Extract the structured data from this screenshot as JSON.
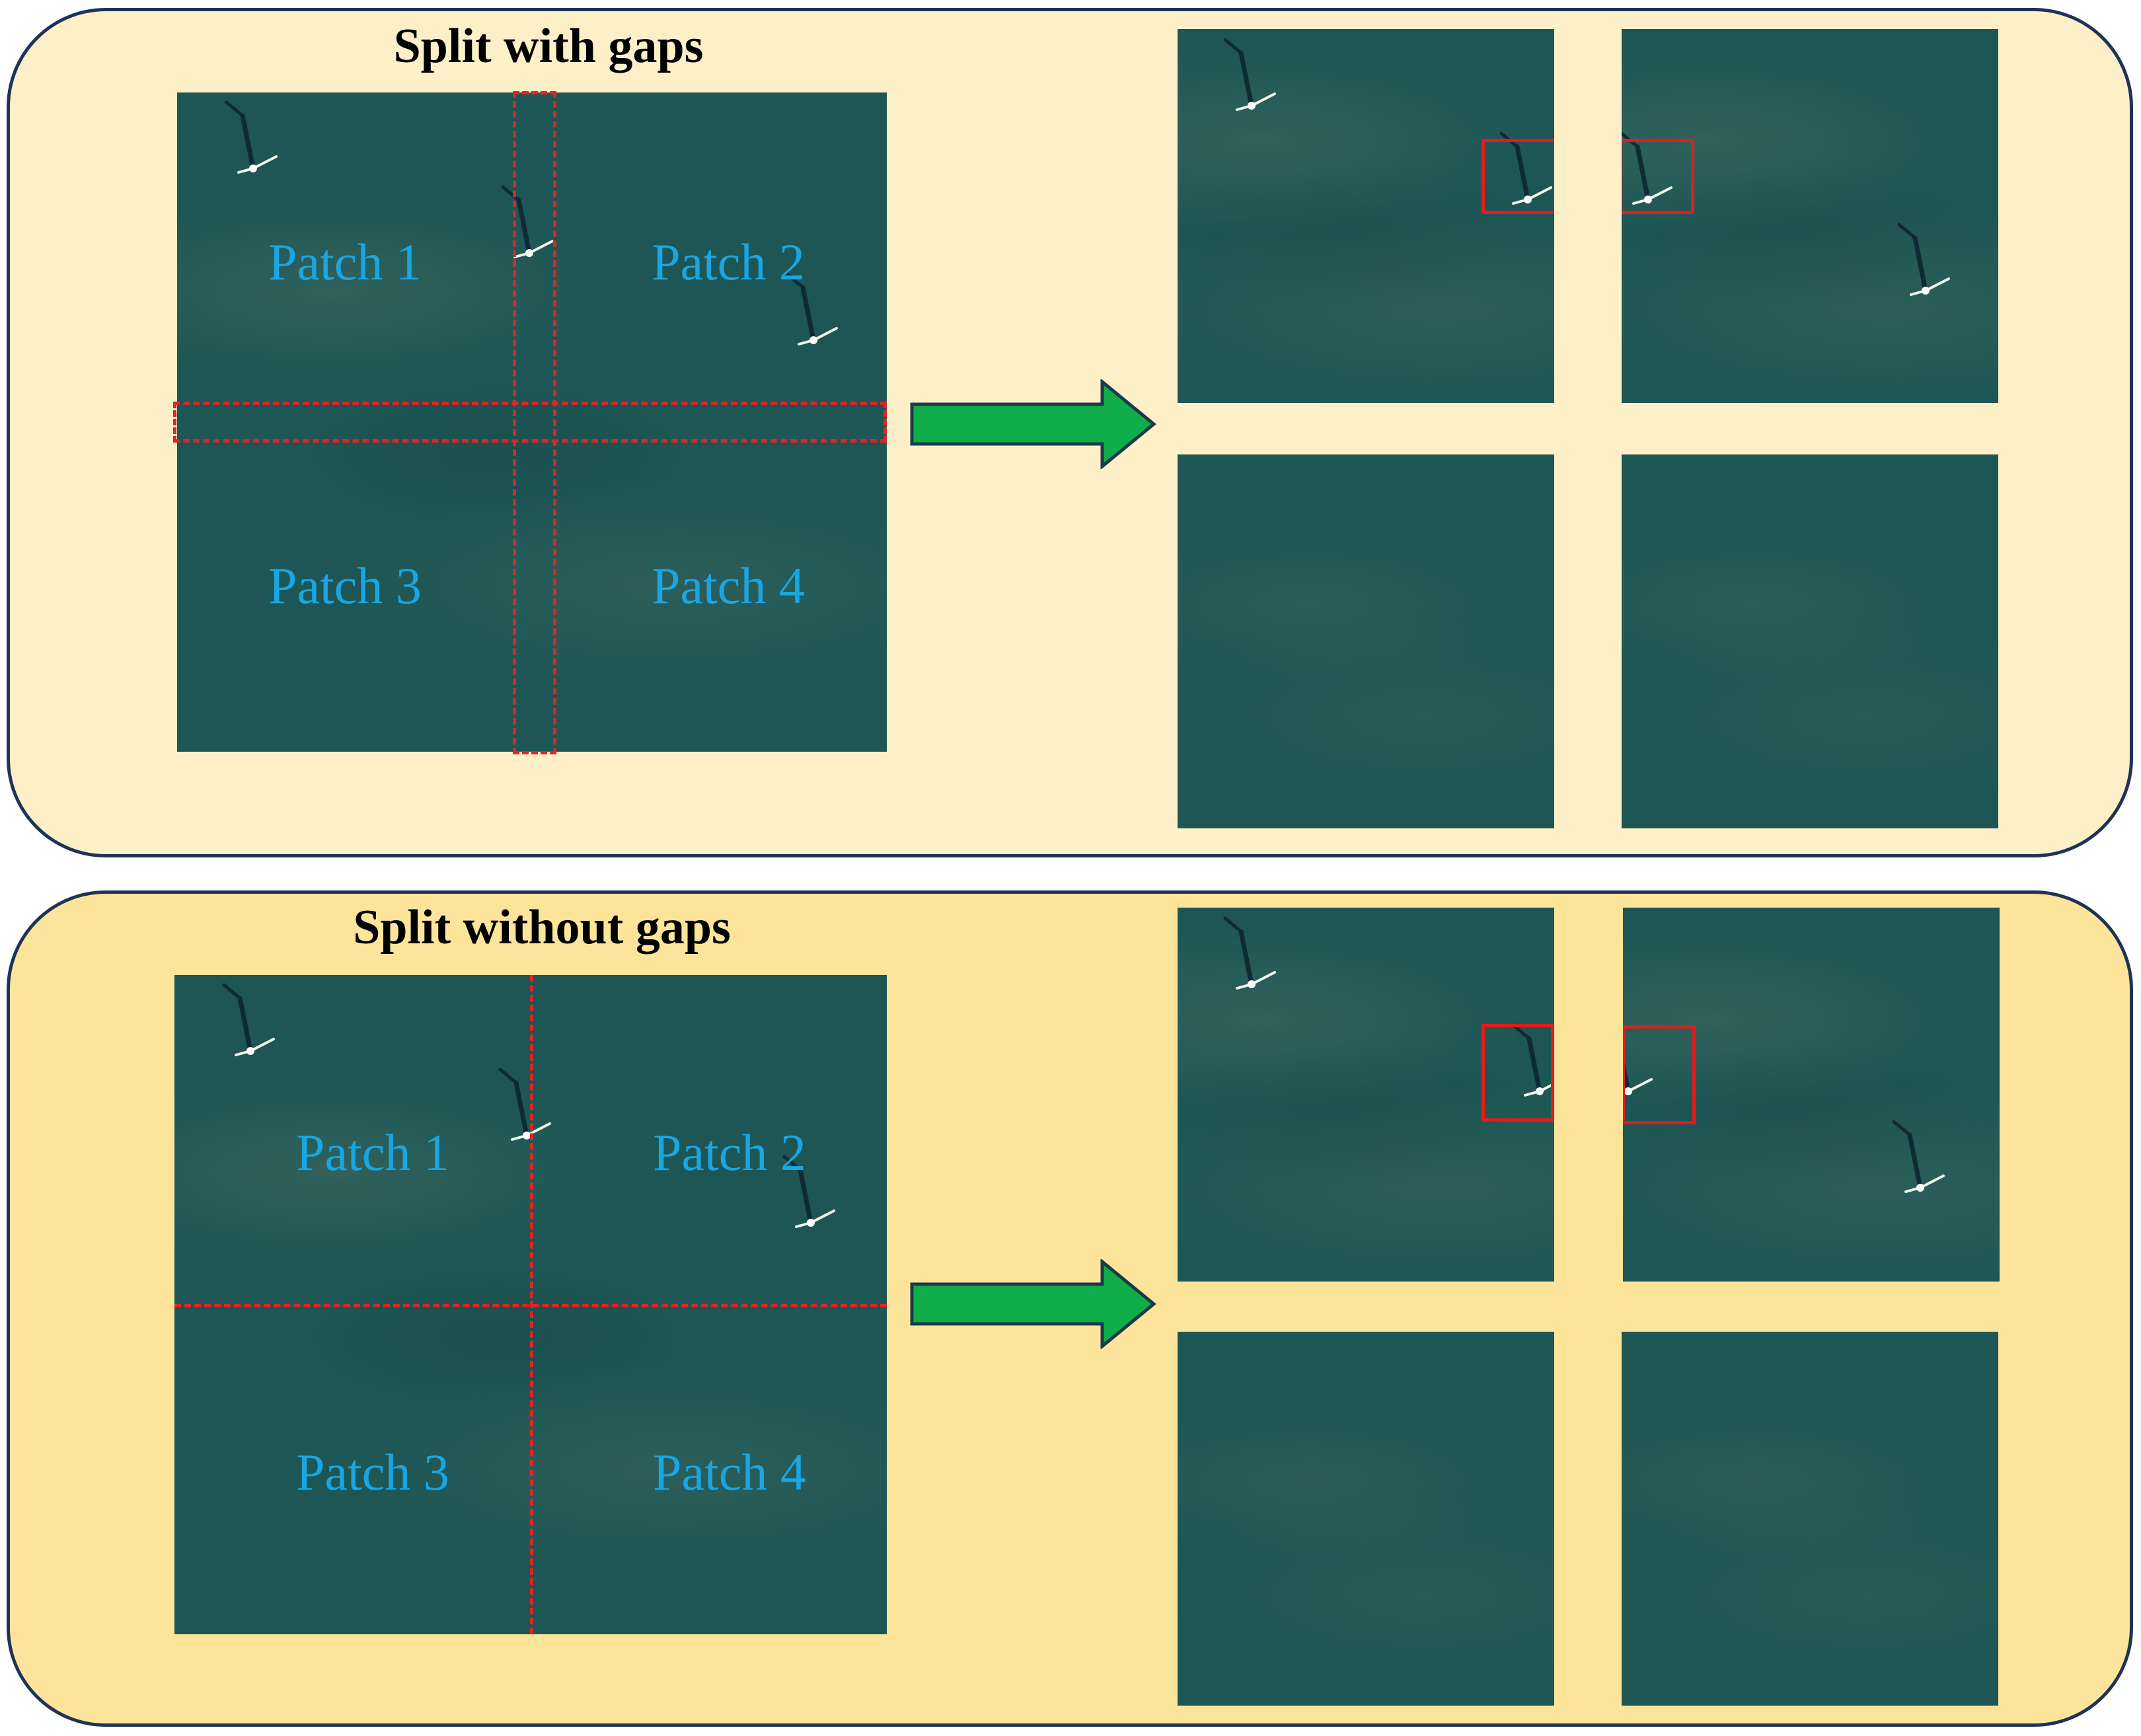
{
  "panels": {
    "top": {
      "title": "Split with gaps",
      "patches": [
        "Patch 1",
        "Patch 2",
        "Patch 3",
        "Patch 4"
      ]
    },
    "bottom": {
      "title": "Split without gaps",
      "patches": [
        "Patch 1",
        "Patch 2",
        "Patch 3",
        "Patch 4"
      ]
    }
  },
  "colors": {
    "panel_top_bg": "#fdf0c9",
    "panel_bottom_bg": "#fce59b",
    "panel_border": "#1f3356",
    "patch_label": "#19a6e3",
    "split_line": "#e02424",
    "highlight_box": "#e31b1b",
    "arrow_fill": "#0fae4a",
    "sea": "#1d5654"
  },
  "icons": [
    "wind-turbine-icon",
    "right-arrow-icon"
  ]
}
